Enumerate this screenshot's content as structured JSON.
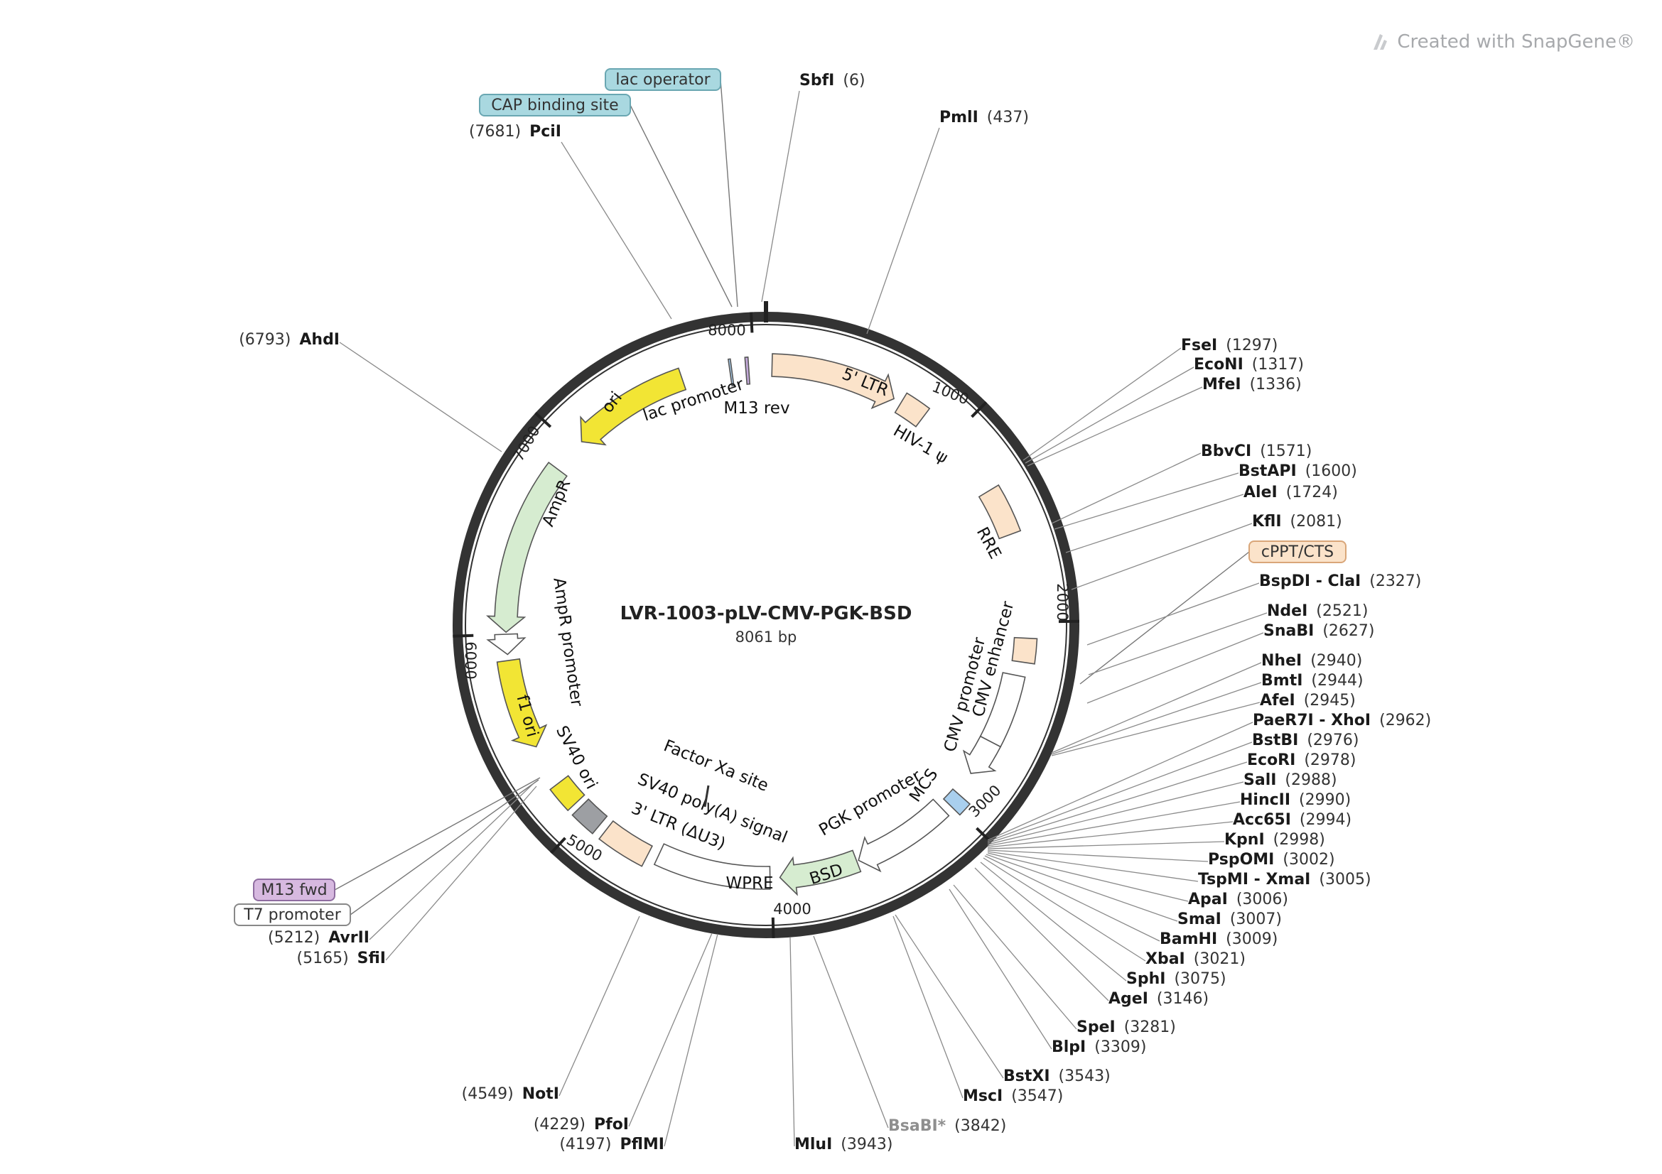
{
  "brand": {
    "text": "Created with SnapGene®",
    "color": "#a7a9ac"
  },
  "plasmid": {
    "name": "LVR-1003-pLV-CMV-PGK-BSD",
    "length_text": "8061 bp",
    "length": 8061,
    "tick_labels": [
      {
        "pos": 1000,
        "text": "1000"
      },
      {
        "pos": 2000,
        "text": "2000"
      },
      {
        "pos": 3000,
        "text": "3000"
      },
      {
        "pos": 4000,
        "text": "4000"
      },
      {
        "pos": 5000,
        "text": "5000"
      },
      {
        "pos": 6000,
        "text": "6000"
      },
      {
        "pos": 7000,
        "text": "7000"
      },
      {
        "pos": 8000,
        "text": "8000"
      }
    ]
  },
  "features": [
    {
      "name": "5' LTR",
      "start": 30,
      "end": 660,
      "color": "#fbe3ca",
      "arrow": "fwd"
    },
    {
      "name": "HIV-1 ψ",
      "start": 700,
      "end": 830,
      "color": "#fbe3ca",
      "arrow": "none"
    },
    {
      "name": "RRE",
      "start": 1320,
      "end": 1560,
      "color": "#fbe3ca",
      "arrow": "none"
    },
    {
      "name": "cPPT/CTS",
      "start": 2080,
      "end": 2200,
      "color": "#fbe3ca",
      "arrow": "none"
    },
    {
      "name": "CMV enhancer",
      "start": 2270,
      "end": 2630,
      "color": "#ffffff",
      "arrow": "none"
    },
    {
      "name": "CMV promoter",
      "start": 2630,
      "end": 2820,
      "color": "#ffffff",
      "arrow": "fwd"
    },
    {
      "name": "MCS",
      "start": 2940,
      "end": 3010,
      "color": "#a9cfee",
      "arrow": "none"
    },
    {
      "name": "PGK promoter",
      "start": 3050,
      "end": 3550,
      "color": "#ffffff",
      "arrow": "fwd"
    },
    {
      "name": "BSD",
      "start": 3560,
      "end": 3960,
      "color": "#d6ecd0",
      "arrow": "fwd"
    },
    {
      "name": "WPRE",
      "start": 4010,
      "end": 4590,
      "color": "#ffffff",
      "arrow": "none"
    },
    {
      "name": "3' LTR (ΔU3)",
      "start": 4640,
      "end": 4880,
      "color": "#fbe3ca",
      "arrow": "none"
    },
    {
      "name": "SV40 poly(A) signal",
      "start": 4920,
      "end": 5050,
      "color": "#9d9fa3",
      "arrow": "none"
    },
    {
      "name": "SV40 ori",
      "start": 5080,
      "end": 5210,
      "color": "#f2e534",
      "arrow": "none"
    },
    {
      "name": "f1 ori",
      "start": 5420,
      "end": 5870,
      "color": "#f2e534",
      "arrow": "rev"
    },
    {
      "name": "AmpR promoter",
      "start": 5900,
      "end": 6000,
      "color": "#ffffff",
      "arrow": "rev"
    },
    {
      "name": "AmpR",
      "start": 6010,
      "end": 6870,
      "color": "#d6ecd0",
      "arrow": "rev"
    },
    {
      "name": "ori",
      "start": 7050,
      "end": 7640,
      "color": "#f2e534",
      "arrow": "rev"
    },
    {
      "name": "lac promoter",
      "start": 7880,
      "end": 7890,
      "color": "#a9cfee",
      "arrow": "none"
    },
    {
      "name": "M13 rev",
      "start": 7960,
      "end": 7975,
      "color": "#c3a9d9",
      "arrow": "none"
    }
  ],
  "inner_labels": [
    {
      "text": "5' LTR"
    },
    {
      "text": "HIV-1 ψ"
    },
    {
      "text": "RRE"
    },
    {
      "text": "CMV enhancer"
    },
    {
      "text": "CMV promoter"
    },
    {
      "text": "MCS"
    },
    {
      "text": "PGK promoter"
    },
    {
      "text": "BSD"
    },
    {
      "text": "WPRE"
    },
    {
      "text": "3' LTR (ΔU3)"
    },
    {
      "text": "SV40 poly(A) signal"
    },
    {
      "text": "Factor Xa site"
    },
    {
      "text": "SV40 ori"
    },
    {
      "text": "f1 ori"
    },
    {
      "text": "AmpR promoter"
    },
    {
      "text": "AmpR"
    },
    {
      "text": "ori"
    },
    {
      "text": "lac promoter"
    },
    {
      "text": "M13 rev"
    }
  ],
  "boxed_labels": [
    {
      "text": "lac operator",
      "fill": "#a9d8e0",
      "stroke": "#6aa7b2"
    },
    {
      "text": "CAP binding site",
      "fill": "#a9d8e0",
      "stroke": "#6aa7b2"
    },
    {
      "text": "cPPT/CTS",
      "fill": "#fbe3ca",
      "stroke": "#d9a679"
    },
    {
      "text": "M13 fwd",
      "fill": "#d7b9e0",
      "stroke": "#8f6da0"
    },
    {
      "text": "T7 promoter",
      "fill": "#ffffff",
      "stroke": "#888888"
    }
  ],
  "enzymes": [
    {
      "name": "SbfI",
      "pos": "(6)"
    },
    {
      "name": "PmlI",
      "pos": "(437)"
    },
    {
      "name": "FseI",
      "pos": "(1297)"
    },
    {
      "name": "EcoNI",
      "pos": "(1317)"
    },
    {
      "name": "MfeI",
      "pos": "(1336)"
    },
    {
      "name": "BbvCI",
      "pos": "(1571)"
    },
    {
      "name": "BstAPI",
      "pos": "(1600)"
    },
    {
      "name": "AleI",
      "pos": "(1724)"
    },
    {
      "name": "KflI",
      "pos": "(2081)"
    },
    {
      "name": "BspDI - ClaI",
      "pos": "(2327)"
    },
    {
      "name": "NdeI",
      "pos": "(2521)"
    },
    {
      "name": "SnaBI",
      "pos": "(2627)"
    },
    {
      "name": "NheI",
      "pos": "(2940)"
    },
    {
      "name": "BmtI",
      "pos": "(2944)"
    },
    {
      "name": "AfeI",
      "pos": "(2945)"
    },
    {
      "name": "PaeR7I - XhoI",
      "pos": "(2962)"
    },
    {
      "name": "BstBI",
      "pos": "(2976)"
    },
    {
      "name": "EcoRI",
      "pos": "(2978)"
    },
    {
      "name": "SalI",
      "pos": "(2988)"
    },
    {
      "name": "HincII",
      "pos": "(2990)"
    },
    {
      "name": "Acc65I",
      "pos": "(2994)"
    },
    {
      "name": "KpnI",
      "pos": "(2998)"
    },
    {
      "name": "PspOMI",
      "pos": "(3002)"
    },
    {
      "name": "TspMI - XmaI",
      "pos": "(3005)"
    },
    {
      "name": "ApaI",
      "pos": "(3006)"
    },
    {
      "name": "SmaI",
      "pos": "(3007)"
    },
    {
      "name": "BamHI",
      "pos": "(3009)"
    },
    {
      "name": "XbaI",
      "pos": "(3021)"
    },
    {
      "name": "SphI",
      "pos": "(3075)"
    },
    {
      "name": "AgeI",
      "pos": "(3146)"
    },
    {
      "name": "SpeI",
      "pos": "(3281)"
    },
    {
      "name": "BlpI",
      "pos": "(3309)"
    },
    {
      "name": "BstXI",
      "pos": "(3543)"
    },
    {
      "name": "MscI",
      "pos": "(3547)"
    },
    {
      "name": "BsaBI*",
      "pos": "(3842)",
      "muted": true
    },
    {
      "name": "MluI",
      "pos": "(3943)"
    },
    {
      "name": "PflMI",
      "pos": "(4197)"
    },
    {
      "name": "PfoI",
      "pos": "(4229)"
    },
    {
      "name": "NotI",
      "pos": "(4549)"
    },
    {
      "name": "SfiI",
      "pos": "(5165)"
    },
    {
      "name": "AvrII",
      "pos": "(5212)"
    },
    {
      "name": "AhdI",
      "pos": "(6793)"
    },
    {
      "name": "PciI",
      "pos": "(7681)"
    }
  ]
}
